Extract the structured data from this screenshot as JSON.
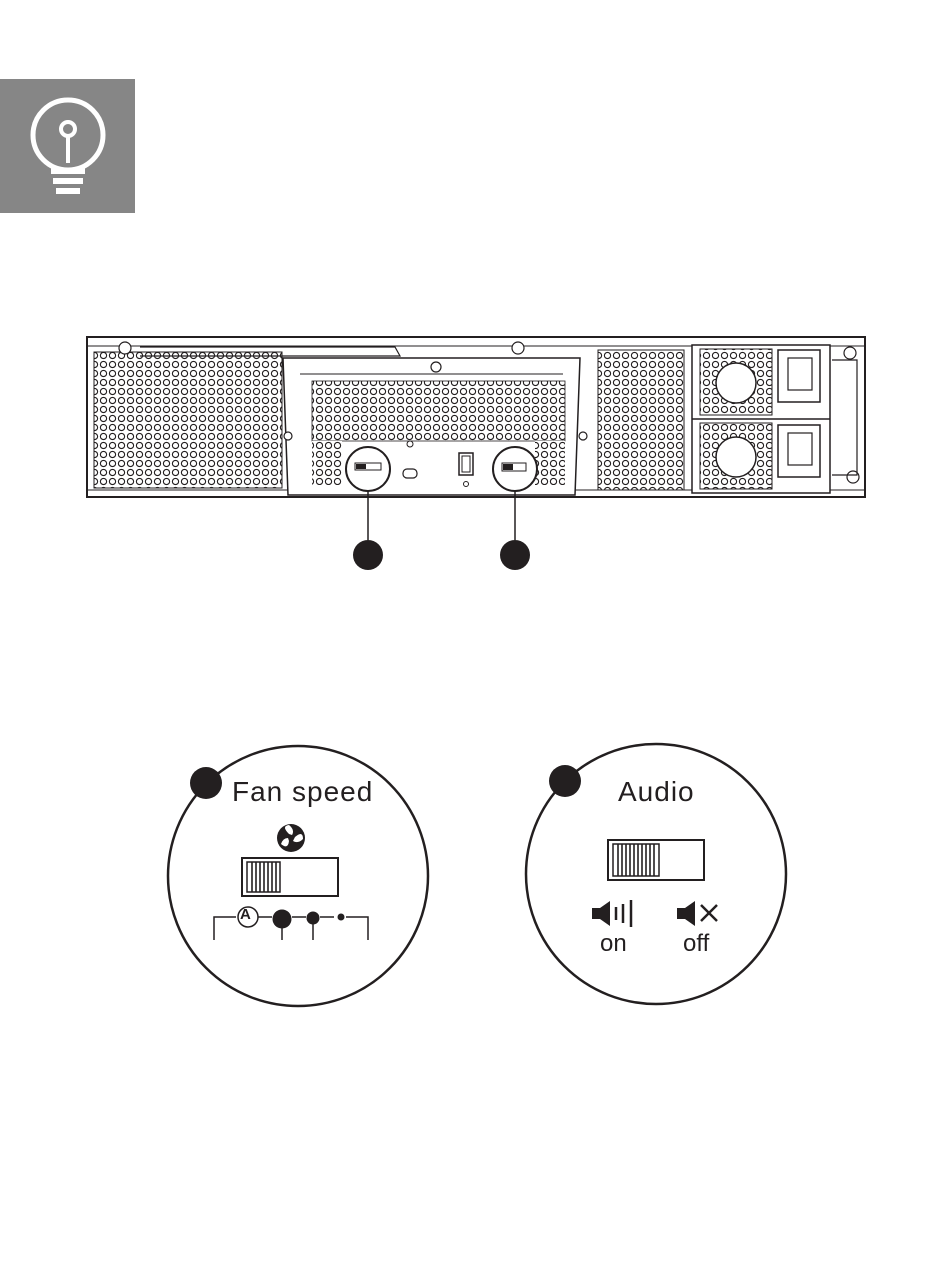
{
  "tip": {
    "icon": "lightbulb-icon",
    "color": "#868686"
  },
  "callouts": {
    "fan": {
      "title": "Fan speed",
      "icon": "fan-icon",
      "options": [
        "auto",
        "high",
        "medium",
        "low"
      ],
      "auto_symbol": "A"
    },
    "audio": {
      "title": "Audio",
      "on_label": "on",
      "off_label": "off",
      "on_icon": "speaker-on-icon",
      "off_icon": "speaker-mute-icon"
    }
  },
  "colors": {
    "ink": "#231f20",
    "line": "#231f20",
    "panel_gray": "#868686"
  }
}
